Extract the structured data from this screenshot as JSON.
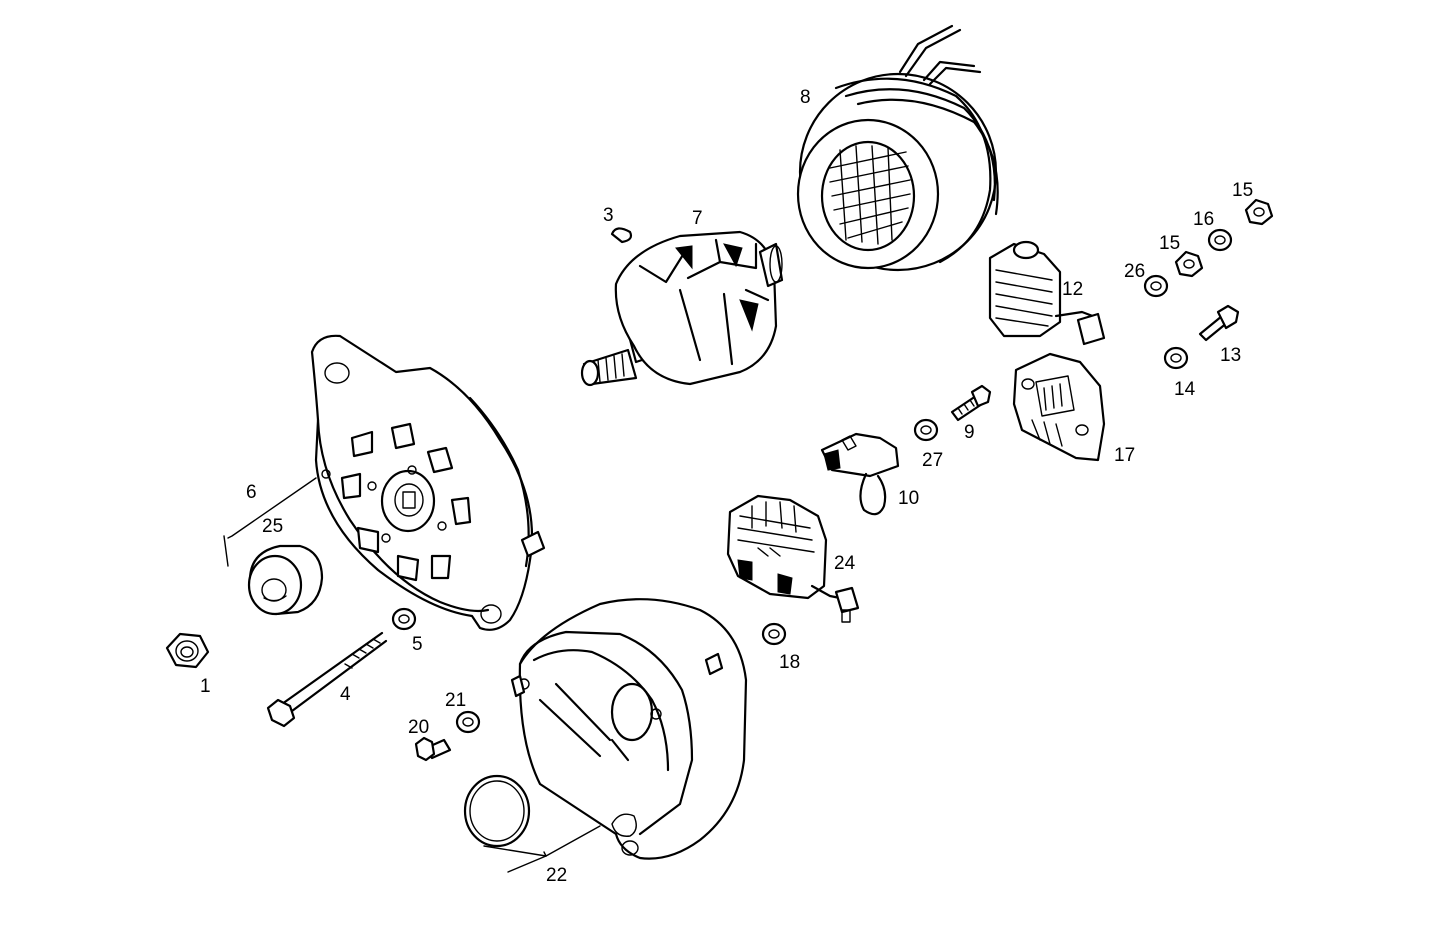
{
  "labels": {
    "p1": "1",
    "p3": "3",
    "p4": "4",
    "p5": "5",
    "p6": "6",
    "p7": "7",
    "p8": "8",
    "p9": "9",
    "p10": "10",
    "p12": "12",
    "p13": "13",
    "p14": "14",
    "p15a": "15",
    "p15b": "15",
    "p16": "16",
    "p17": "17",
    "p18": "18",
    "p20": "20",
    "p21": "21",
    "p22": "22",
    "p24": "24",
    "p25": "25",
    "p26": "26",
    "p27": "27"
  }
}
